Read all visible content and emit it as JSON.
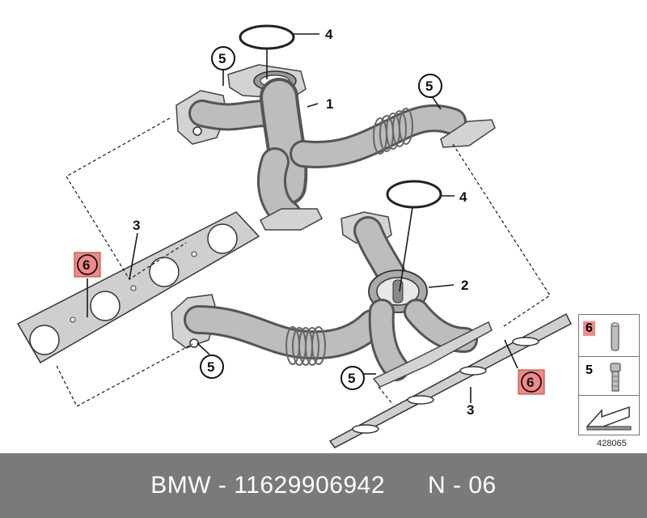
{
  "diagram": {
    "callouts": {
      "manifold_upper": "1",
      "manifold_lower": "2",
      "gasket_left": "3",
      "gasket_right": "3",
      "seal_ring_upper": "4",
      "seal_ring_lower": "4",
      "stud_top_left": "5",
      "stud_top_right": "5",
      "stud_bottom_left": "5",
      "stud_bottom_mid": "5",
      "sleeve_left": "6",
      "sleeve_right": "6"
    },
    "legend": {
      "row1_number": "6",
      "row2_number": "5"
    },
    "reference_code": "428065",
    "colors": {
      "callout_highlight": "#f08a8a",
      "footer_background": "#7a7a7a"
    }
  },
  "footer": {
    "text": "BMW - 11629906942      N - 06"
  }
}
